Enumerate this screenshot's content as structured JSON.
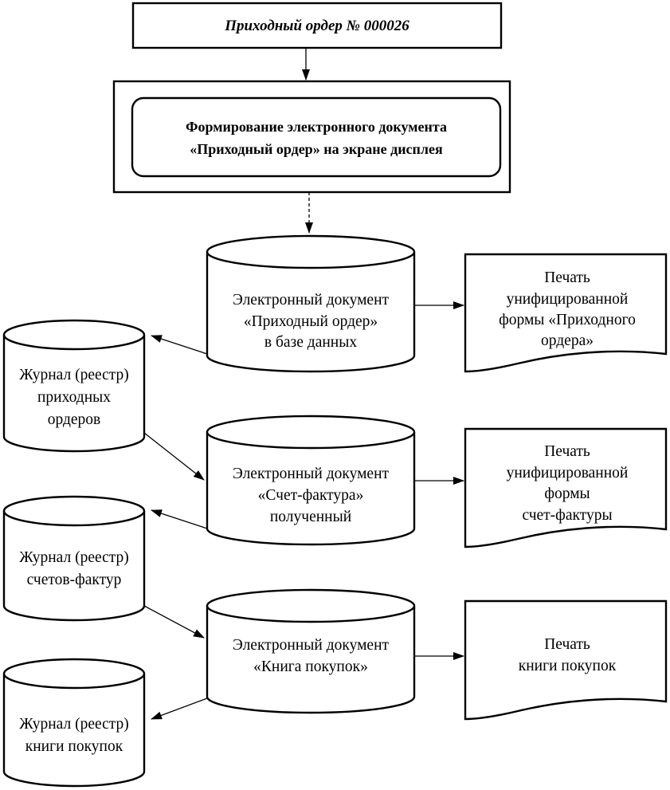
{
  "header": {
    "title": "Приходный ордер  № 000026"
  },
  "process": {
    "line1": "Формирование электронного документа",
    "line2": "«Приходный ордер» на экране дисплея"
  },
  "databases": {
    "order_db": {
      "line1": "Электронный документ",
      "line2": "«Приходный ордер»",
      "line3": "в базе данных"
    },
    "invoice_db": {
      "line1": "Электронный документ",
      "line2": "«Счет-фактура»",
      "line3": "полученный"
    },
    "book_db": {
      "line1": "Электронный документ",
      "line2": "«Книга покупок»"
    }
  },
  "journals": {
    "orders_journal": {
      "line1": "Журнал (реестр)",
      "line2": "приходных",
      "line3": "ордеров"
    },
    "invoices_journal": {
      "line1": "Журнал (реестр)",
      "line2": "счетов-фактур"
    },
    "book_journal": {
      "line1": "Журнал (реестр)",
      "line2": "книги покупок"
    }
  },
  "prints": {
    "order_print": {
      "line1": "Печать",
      "line2": "унифицированной",
      "line3": "формы «Приходного",
      "line4": "ордера»"
    },
    "invoice_print": {
      "line1": "Печать",
      "line2": "унифицированной",
      "line3": "формы",
      "line4": "счет-фактуры"
    },
    "book_print": {
      "line1": "Печать",
      "line2": "книги покупок"
    }
  }
}
